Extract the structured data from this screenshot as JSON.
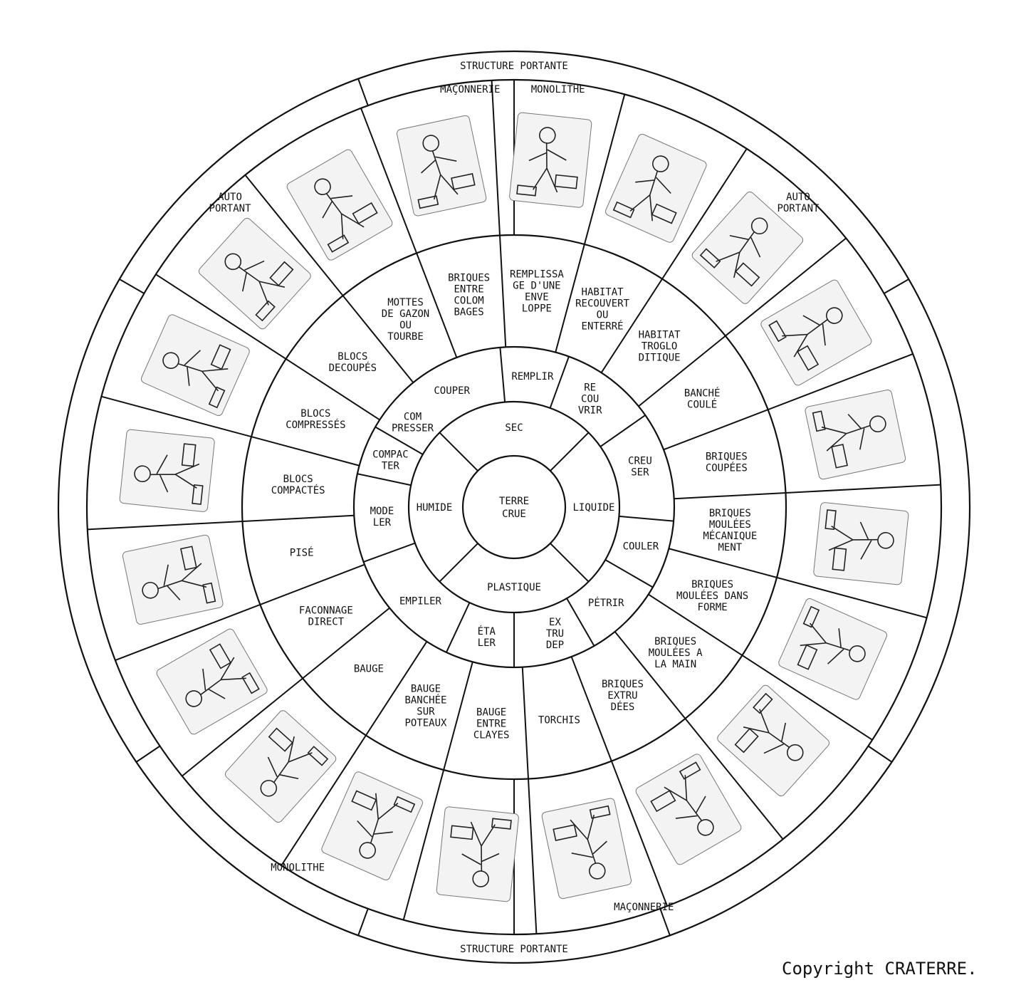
{
  "wheel": {
    "center": [
      "TERRE",
      "CRUE"
    ],
    "states": [
      "SEC",
      "LIQUIDE",
      "PLASTIQUE",
      "HUMIDE"
    ],
    "actions": [
      [
        "REMPLIR"
      ],
      [
        "RE",
        "COU",
        "VRIR"
      ],
      [
        "CREU",
        "SER"
      ],
      [
        "COULER"
      ],
      [
        "PÉTRIR"
      ],
      [
        "EX",
        "TRU",
        "DEP"
      ],
      [
        "ÉTA",
        "LER"
      ],
      [
        "EMPILER"
      ],
      [
        "MODE",
        "LER"
      ],
      [
        "COMPAC",
        "TER"
      ],
      [
        "COM",
        "PRESSER"
      ],
      [
        "COUPER"
      ]
    ],
    "techniques": [
      [
        "REMPLISSA",
        "GE D'UNE",
        "ENVE",
        "LOPPE"
      ],
      [
        "HABITAT",
        "RECOUVERT",
        "OU",
        "ENTERRÉ"
      ],
      [
        "HABITAT",
        "TROGLO",
        "DITIQUE"
      ],
      [
        "BANCHÉ",
        "COULÉ"
      ],
      [
        "BRIQUES",
        "COUPÉES"
      ],
      [
        "BRIQUES",
        "MOULÉES",
        "MÉCANIQUE",
        "MENT"
      ],
      [
        "BRIQUES",
        "MOULÉES DANS",
        "FORME"
      ],
      [
        "BRIQUES",
        "MOULÉES A",
        "LA MAIN"
      ],
      [
        "BRIQUES",
        "EXTRU",
        "DÉES"
      ],
      [
        "TORCHIS"
      ],
      [
        "BAUGE",
        "ENTRE",
        "CLAYES"
      ],
      [
        "BAUGE",
        "BANCHÉE",
        "SUR",
        "POTEAUX"
      ],
      [
        "BAUGE"
      ],
      [
        "FACONNAGE",
        "DIRECT"
      ],
      [
        "PISÉ"
      ],
      [
        "BLOCS",
        "COMPACTÉS"
      ],
      [
        "BLOCS",
        "COMPRESSÉS"
      ],
      [
        "BLOCS",
        "DECOUPÉS"
      ],
      [
        "MOTTES",
        "DE GAZON",
        "OU",
        "TOURBE"
      ],
      [
        "BRIQUES",
        "ENTRE",
        "COLOM",
        "BAGES"
      ]
    ],
    "outer": {
      "maconnerie_top": "MAÇONNERIE",
      "monolithe_top": "MONOLITHE",
      "monolithe_bottom": "MONOLITHE",
      "maconnerie_bottom": "MAÇONNERIE",
      "auto_portant_left": [
        "AUTO",
        "PORTANT"
      ],
      "auto_portant_right": [
        "AUTO",
        "PORTANT"
      ],
      "structure_portante_top": "STRUCTURE PORTANTE",
      "structure_portante_bottom": "STRUCTURE PORTANTE"
    }
  },
  "copyright": "Copyright CRATERRE."
}
